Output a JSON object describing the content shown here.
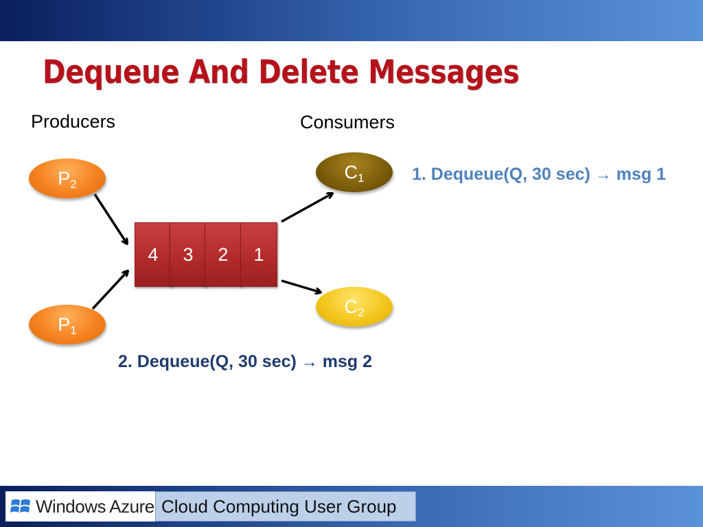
{
  "slide": {
    "title": "Dequeue And Delete Messages",
    "colors": {
      "title": "#b5121b",
      "step1": "#4f81bd",
      "step2": "#1f3a6e",
      "band": "#1d3f86"
    }
  },
  "labels": {
    "producers": "Producers",
    "consumers": "Consumers"
  },
  "producers": [
    {
      "letter": "P",
      "index": "2"
    },
    {
      "letter": "P",
      "index": "1"
    }
  ],
  "consumers": [
    {
      "letter": "C",
      "index": "1"
    },
    {
      "letter": "C",
      "index": "2"
    }
  ],
  "queue": {
    "messages": [
      "4",
      "3",
      "2",
      "1"
    ]
  },
  "steps": [
    {
      "text": "1. Dequeue(Q, 30 sec)",
      "arrow": "→",
      "result": "msg 1"
    },
    {
      "text": "2. Dequeue(Q, 30 sec)",
      "arrow": "→",
      "result": "msg 2"
    }
  ],
  "footer": {
    "brand": "Windows Azure",
    "group": "Cloud Computing User Group",
    "logo_icon": "windows-flag-icon"
  }
}
